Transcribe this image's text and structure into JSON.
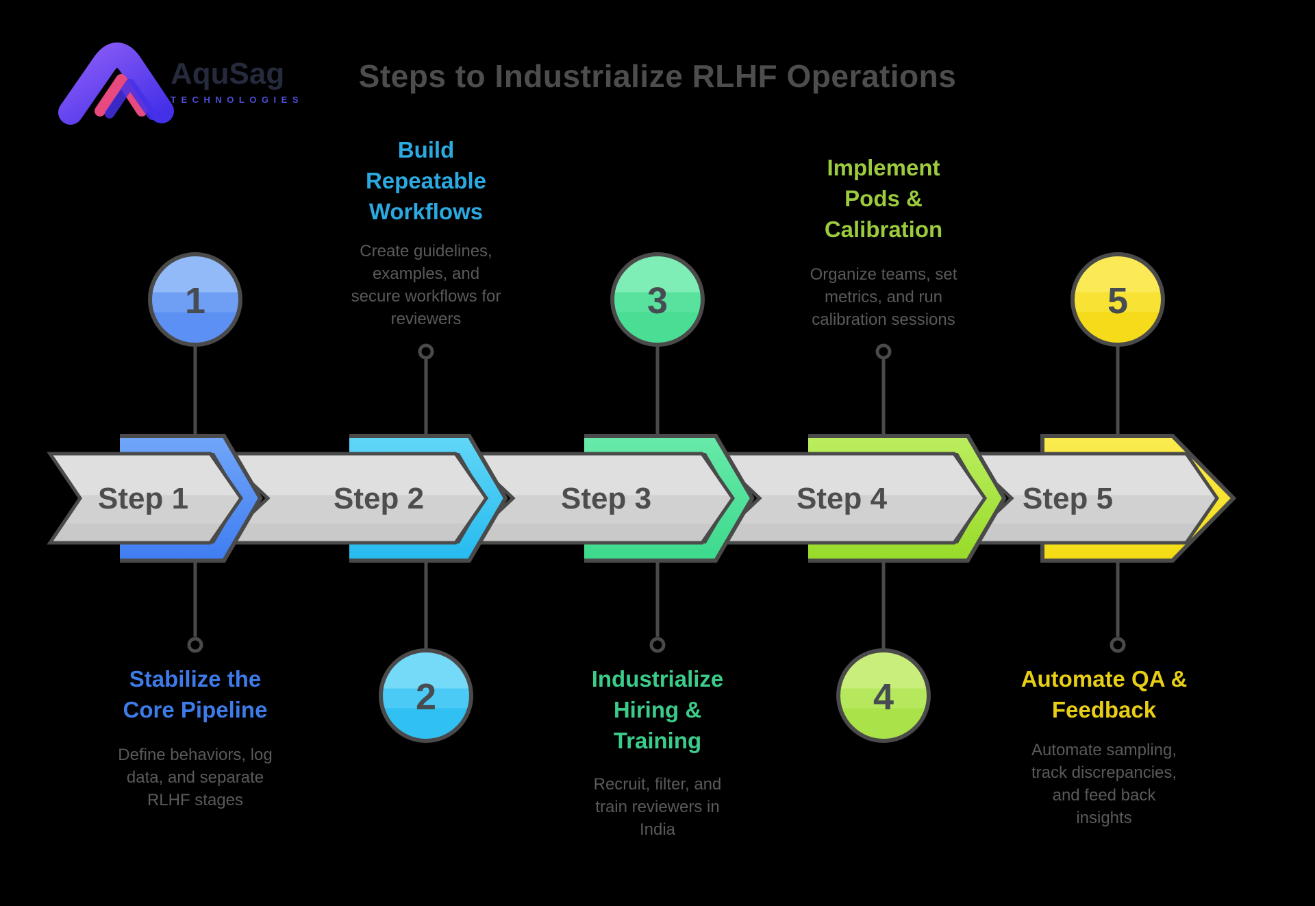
{
  "logo": {
    "name": "AquSag",
    "tagline": "TECHNOLOGIES",
    "icon": "abstract-a-ribbon-icon",
    "icon_colors": {
      "gradient_start": "#8A5CF6",
      "gradient_end": "#4430E8",
      "accent_pink": "#E8497E"
    }
  },
  "title": "Steps to Industrialize RLHF Operations",
  "steps": [
    {
      "label": "Step 1",
      "number": "1",
      "text_position": "below",
      "accent": "#3D7BE8",
      "shape_colors": {
        "chevron_top": "#72A7F8",
        "chevron_bottom": "#3E7CF2"
      },
      "title_lines": [
        "Stabilize the",
        "Core Pipeline"
      ],
      "desc_lines": [
        "Define behaviors, log",
        "data, and separate",
        "RLHF stages"
      ]
    },
    {
      "label": "Step 2",
      "number": "2",
      "text_position": "above",
      "accent": "#2BAAE2",
      "shape_colors": {
        "chevron_top": "#62D7F7",
        "chevron_bottom": "#25BAEF"
      },
      "title_lines": [
        "Build",
        "Repeatable",
        "Workflows"
      ],
      "desc_lines": [
        "Create guidelines,",
        "examples, and",
        "secure workflows for",
        "reviewers"
      ]
    },
    {
      "label": "Step 3",
      "number": "3",
      "text_position": "below",
      "accent": "#3BCC8A",
      "shape_colors": {
        "chevron_top": "#69EAAA",
        "chevron_bottom": "#3CD98C"
      },
      "title_lines": [
        "Industrialize",
        "Hiring &",
        "Training"
      ],
      "desc_lines": [
        "Recruit, filter, and",
        "train reviewers in",
        "India"
      ]
    },
    {
      "label": "Step 4",
      "number": "4",
      "text_position": "above",
      "accent": "#9CCB3E",
      "shape_colors": {
        "chevron_top": "#BCEE60",
        "chevron_bottom": "#97DB28"
      },
      "title_lines": [
        "Implement",
        "Pods &",
        "Calibration"
      ],
      "desc_lines": [
        "Organize teams, set",
        "metrics, and run",
        "calibration sessions"
      ]
    },
    {
      "label": "Step 5",
      "number": "5",
      "text_position": "below",
      "accent": "#E8CE15",
      "shape_colors": {
        "chevron_top": "#FBEC52",
        "chevron_bottom": "#F3DB12"
      },
      "title_lines": [
        "Automate QA &",
        "Feedback"
      ],
      "desc_lines": [
        "Automate sampling,",
        "track discrepancies,",
        "and feed back",
        "insights"
      ]
    }
  ],
  "shared_colors": {
    "background": "#000000",
    "outline": "#4A4A4A",
    "band_gray_light": "#DFDFDF",
    "band_gray_dark": "#C9C9C9",
    "label_text": "#4D4D4D",
    "desc_text": "#5A5A5A"
  }
}
